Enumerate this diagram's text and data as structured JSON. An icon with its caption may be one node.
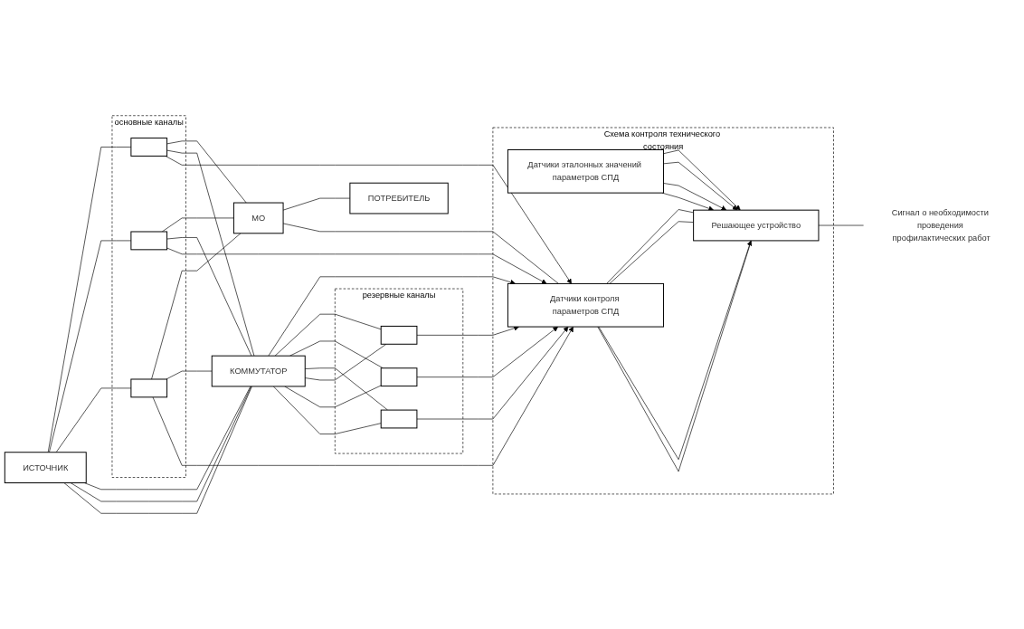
{
  "diagram": {
    "nodes": [
      {
        "text": [
          "ИСТОЧНИК"
        ]
      },
      {
        "text": [
          "основные каналы"
        ]
      },
      {
        "text": [],
        "shape": "box",
        "in": 1
      },
      {
        "text": [],
        "shape": "box",
        "in": 1
      },
      {
        "text": [],
        "shape": "box",
        "in": 1
      },
      {
        "text": [
          "МО"
        ]
      },
      {
        "text": [
          "ПОТРЕБИТЕЛЬ"
        ]
      },
      {
        "text": [
          "КОММУТАТОР"
        ]
      },
      {
        "text": [
          "Схема контроля технического состояния"
        ]
      },
      {
        "text": [
          "Датчики контроля параметров СПД"
        ],
        "in": 8
      },
      {
        "text": [
          "Решающее устройство"
        ],
        "in": 8
      },
      {
        "text": [
          "Датчики эталонных значений параметров СПД"
        ],
        "in": 8
      },
      {
        "text": [
          "резервные каналы"
        ]
      },
      {
        "text": [],
        "shape": "box",
        "in": 12
      },
      {
        "text": [],
        "shape": "box",
        "in": 12
      },
      {
        "text": [],
        "shape": "box",
        "in": 12
      },
      {
        "text": [
          "Сигнал о необходимости проведения профилактических работ"
        ]
      }
    ],
    "edges": [
      {
        "from": 0,
        "to": 2,
        "arrow": "none"
      },
      {
        "from": 0,
        "to": 3,
        "arrow": "none"
      },
      {
        "from": 0,
        "to": 4,
        "arrow": "none"
      },
      {
        "from": 0,
        "to": 7,
        "arrow": "none"
      },
      {
        "from": 0,
        "to": 7,
        "arrow": "none"
      },
      {
        "from": 0,
        "to": 7,
        "arrow": "none"
      },
      {
        "from": 2,
        "to": 5,
        "arrow": "none"
      },
      {
        "from": 3,
        "to": 5,
        "arrow": "none"
      },
      {
        "from": 4,
        "to": 5,
        "arrow": "none"
      },
      {
        "from": 2,
        "to": 7,
        "arrow": "none"
      },
      {
        "from": 3,
        "to": 7,
        "arrow": "none"
      },
      {
        "from": 4,
        "to": 7,
        "arrow": "none"
      },
      {
        "from": 5,
        "to": 6,
        "arrow": "none"
      },
      {
        "from": 2,
        "to": 9,
        "arrow": "to"
      },
      {
        "from": 3,
        "to": 9,
        "arrow": "to"
      },
      {
        "from": 4,
        "to": 9,
        "arrow": "to"
      },
      {
        "from": 7,
        "to": 9,
        "arrow": "to"
      },
      {
        "from": 5,
        "to": 9,
        "arrow": "none"
      },
      {
        "from": 7,
        "to": 13,
        "arrow": "none"
      },
      {
        "from": 7,
        "to": 14,
        "arrow": "none"
      },
      {
        "from": 7,
        "to": 15,
        "arrow": "none"
      },
      {
        "from": 13,
        "to": 7,
        "arrow": "none"
      },
      {
        "from": 14,
        "to": 7,
        "arrow": "none"
      },
      {
        "from": 15,
        "to": 7,
        "arrow": "none"
      },
      {
        "from": 13,
        "to": 9,
        "arrow": "to"
      },
      {
        "from": 14,
        "to": 9,
        "arrow": "to"
      },
      {
        "from": 15,
        "to": 9,
        "arrow": "to"
      },
      {
        "from": 9,
        "to": 10,
        "arrow": "none"
      },
      {
        "from": 9,
        "to": 10,
        "arrow": "none"
      },
      {
        "from": 9,
        "to": 10,
        "arrow": "to"
      },
      {
        "from": 9,
        "to": 10,
        "arrow": "none"
      },
      {
        "from": 11,
        "to": 10,
        "arrow": "to"
      },
      {
        "from": 11,
        "to": 10,
        "arrow": "to"
      },
      {
        "from": 11,
        "to": 10,
        "arrow": "to"
      },
      {
        "from": 11,
        "to": 10,
        "arrow": "to"
      },
      {
        "from": 10,
        "to": 16,
        "arrow": "none"
      }
    ]
  }
}
